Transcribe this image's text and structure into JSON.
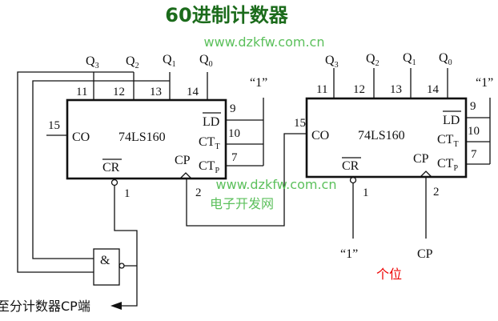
{
  "title": "60进制计数器",
  "watermark": {
    "url": "www.dzkfw.com.cn",
    "site": "电子开发网"
  },
  "chip_name": "74LS160",
  "outputs": {
    "q3": "Q",
    "q3_sub": "3",
    "q2": "Q",
    "q2_sub": "2",
    "q1": "Q",
    "q1_sub": "1",
    "q0": "Q",
    "q0_sub": "0"
  },
  "pin_numbers": {
    "q3": "11",
    "q2": "12",
    "q1": "13",
    "q0": "14",
    "ld": "9",
    "ctt": "10",
    "ctp": "7",
    "co": "15",
    "cr": "1",
    "cp": "2"
  },
  "pin_labels": {
    "co": "CO",
    "ld": "LD",
    "ct": "CT",
    "ctt_sub": "T",
    "ctp_sub": "P",
    "cr": "CR",
    "cp": "CP"
  },
  "logic_high": "“1”",
  "gate_symbol": "&",
  "to_minute_counter": "至分计数器CP端",
  "external_cp": "CP",
  "units_label": "个位"
}
